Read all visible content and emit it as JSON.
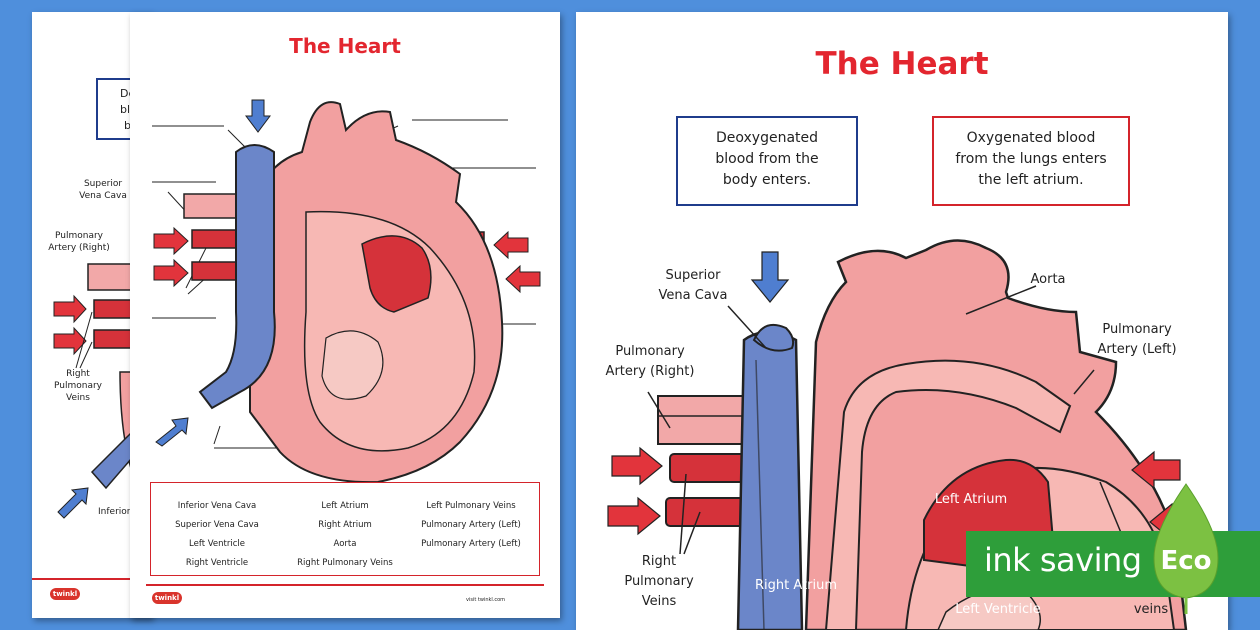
{
  "title": "The Heart",
  "boxes": {
    "deoxy": [
      "Deoxygenated",
      "blood from the",
      "body enters."
    ],
    "oxy": [
      "Oxygenated blood",
      "from the lungs enters",
      "the left atrium."
    ],
    "back_fragments": [
      "De",
      "bl",
      "b"
    ]
  },
  "labels": {
    "superior_vena_cava": [
      "Superior",
      "Vena Cava"
    ],
    "pulmonary_artery_right": [
      "Pulmonary",
      "Artery (Right)"
    ],
    "right_pulmonary_veins": [
      "Right",
      "Pulmonary",
      "Veins"
    ],
    "aorta": "Aorta",
    "pulmonary_artery_left": [
      "Pulmonary",
      "Artery (Left)"
    ],
    "left_atrium": "Left Atrium",
    "right_atrium": "Right Atrium",
    "left_ventricle": "Left Ventricle",
    "veins": "veins",
    "inferior_fragment": "Inferior"
  },
  "word_bank": [
    [
      "Inferior Vena Cava",
      "Left Atrium",
      "Left Pulmonary Veins"
    ],
    [
      "Superior Vena Cava",
      "Right Atrium",
      "Pulmonary Artery (Left)"
    ],
    [
      "Left Ventricle",
      "Aorta",
      "Pulmonary Artery (Left)"
    ],
    [
      "Right Ventricle",
      "Right Pulmonary Veins",
      ""
    ]
  ],
  "logo": "twinkl",
  "footer_url": "visit twinkl.com",
  "badge": {
    "text": "ink saving",
    "eco": "Eco"
  },
  "colors": {
    "background": "#4f8fdc",
    "title_red": "#e3262f",
    "vein_blue": "#6b86c9",
    "artery_red": "#d5323a",
    "heart_pink": "#f2a0a0",
    "badge_green": "#2e9e3a"
  }
}
